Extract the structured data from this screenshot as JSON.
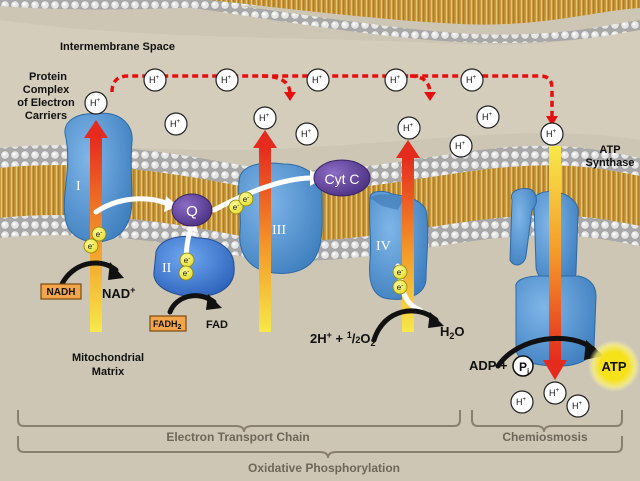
{
  "labels": {
    "intermembrane_space": "Intermembrane Space",
    "protein_complex": [
      "Protein",
      "Complex",
      "of Electron",
      "Carriers"
    ],
    "matrix": [
      "Mitochondrial",
      "Matrix"
    ],
    "atp_synthase": [
      "ATP",
      "Synthase"
    ]
  },
  "complexes": {
    "c1": "I",
    "c2": "II",
    "c3": "III",
    "c4": "IV",
    "q": "Q",
    "cytc": "Cyt C"
  },
  "ions": {
    "h_plus": "H",
    "plus_sup": "+",
    "electron": "e",
    "minus_sup": "-"
  },
  "molecules": {
    "nadh": "NADH",
    "nad": "NAD",
    "nad_sup": "+",
    "fadh2": "FADH",
    "fadh2_sub": "2",
    "fad": "FAD",
    "oxygen_eq": "2H",
    "oxygen_eq_sup": "+",
    "oxygen_half_num": "1",
    "oxygen_half_den": "2",
    "oxygen_o": "O",
    "oxygen_sub": "2",
    "water": "H",
    "water_sub": "2",
    "water_o": "O",
    "adp": "ADP +",
    "pi": "P",
    "pi_sub": "i",
    "atp": "ATP"
  },
  "brackets": {
    "etc": "Electron Transport Chain",
    "chemiosmosis": "Chemiosmosis",
    "oxphos": "Oxidative Phosphorylation"
  },
  "colors": {
    "membrane_tail": "#c79a3a",
    "membrane_head": "#c8c8c8",
    "protein": "#4f8fcf",
    "carrier": "#5b3f92",
    "proton_arrow": "#e8322a",
    "pathway": "#e60f0f",
    "atp_glow": "#f4e21a"
  }
}
